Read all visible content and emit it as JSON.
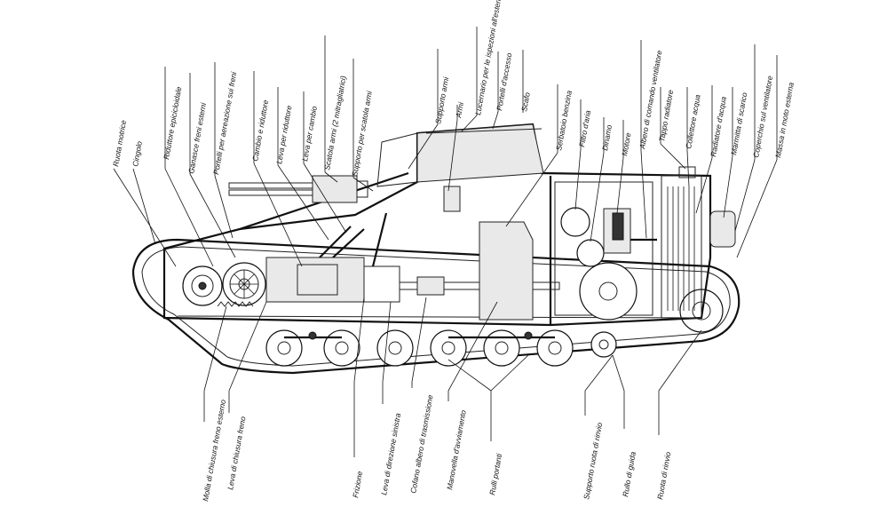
{
  "top_labels": [
    "Ruota motrice",
    "Cingolo",
    "Riduttore epicicloidale",
    "Ganasce freni esterni",
    "Portelli per aereazione sui freni",
    "Cambio e riduttore",
    "Leva per riduttore",
    "Leva per cambio",
    "Scatola armi (2 mitragliatrici)",
    "Supporto per scatola armi",
    "Supporto armi",
    "Armi",
    "Lucernario per le ispezioni all'esterno",
    "Portelli d'accesso",
    "Scafo",
    "Serbatoio benzina",
    "Filtro d'aria",
    "Dinamo",
    "Motore",
    "Albero di comando ventilatore",
    "Tappo radiatore",
    "Collettore acqua",
    "Radiatore d'acqua",
    "Marmitta di scarico",
    "Coperchio sul ventilatore",
    "Massa in moto esterna"
  ],
  "bottom_labels": [
    "Molla di chiusura freno esterno",
    "Leva di chiusura freno",
    "Frizione",
    "Leva di direzione sinistra",
    "Cofano albero di trasmissione",
    "Manovella d'avviamento",
    "Rulli portanti",
    "Supporto ruota di rinvio",
    "Rullo di guida",
    "Ruota di rinvio"
  ]
}
